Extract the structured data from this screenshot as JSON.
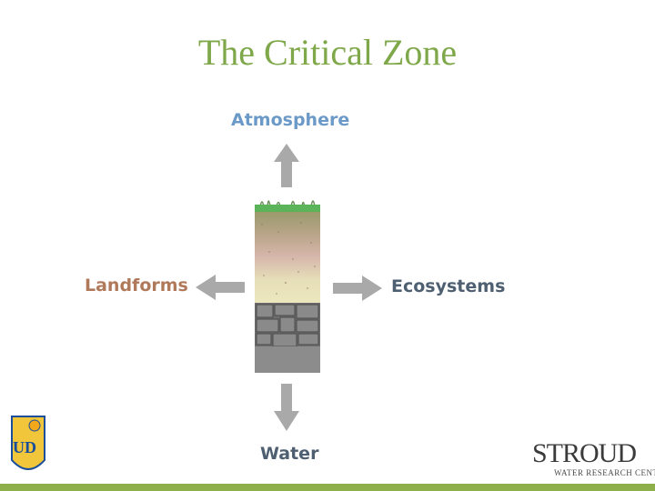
{
  "slide": {
    "title": "The Critical Zone"
  },
  "diagram": {
    "top_label": "Atmosphere",
    "left_label": "Landforms",
    "right_label": "Ecosystems",
    "bottom_label": "Water"
  },
  "logos": {
    "left_logo_text": "UD",
    "right_logo_word": "STROUD",
    "right_logo_sub": "WATER RESEARCH CENTER"
  },
  "colors": {
    "title": "#7fa84a",
    "atmosphere": "#6b9ac8",
    "landforms": "#b07a5a",
    "dark_label": "#4d5f70",
    "arrow": "#a9a9a9",
    "bottom_bar": "#8db04a"
  },
  "icons": {
    "arrows": "arrow-shape",
    "soil": "soil-column-illustration"
  }
}
